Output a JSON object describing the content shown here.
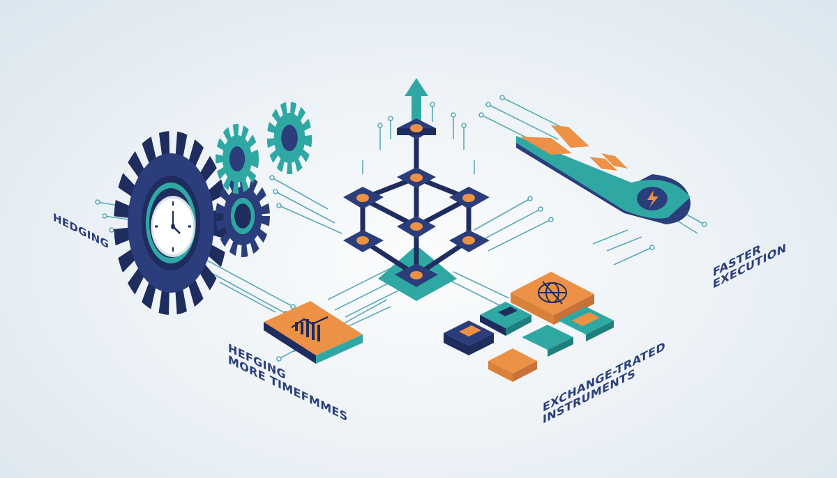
{
  "labels": {
    "hedging": "HEDGING",
    "timeframes_line1": "HEFGING",
    "timeframes_line2": "MORE TIMEFMMES",
    "exchange_line1": "EXCHANGE-TRATED",
    "exchange_line2": "INSTRUMENTS",
    "faster_line1": "FASTER",
    "faster_line2": "EXECUTION"
  },
  "icons": [
    "gear-icon",
    "clock-icon",
    "network-node-icon",
    "arrow-up-icon",
    "trend-chart-icon",
    "lightning-icon",
    "globe-icon",
    "chevron-icon"
  ],
  "colors": {
    "navy": "#2b3d7a",
    "navy_dark": "#1e2c5e",
    "teal": "#2fa8a4",
    "teal_light": "#49c3bc",
    "orange": "#ec9145",
    "circuit": "#59a9b6"
  }
}
